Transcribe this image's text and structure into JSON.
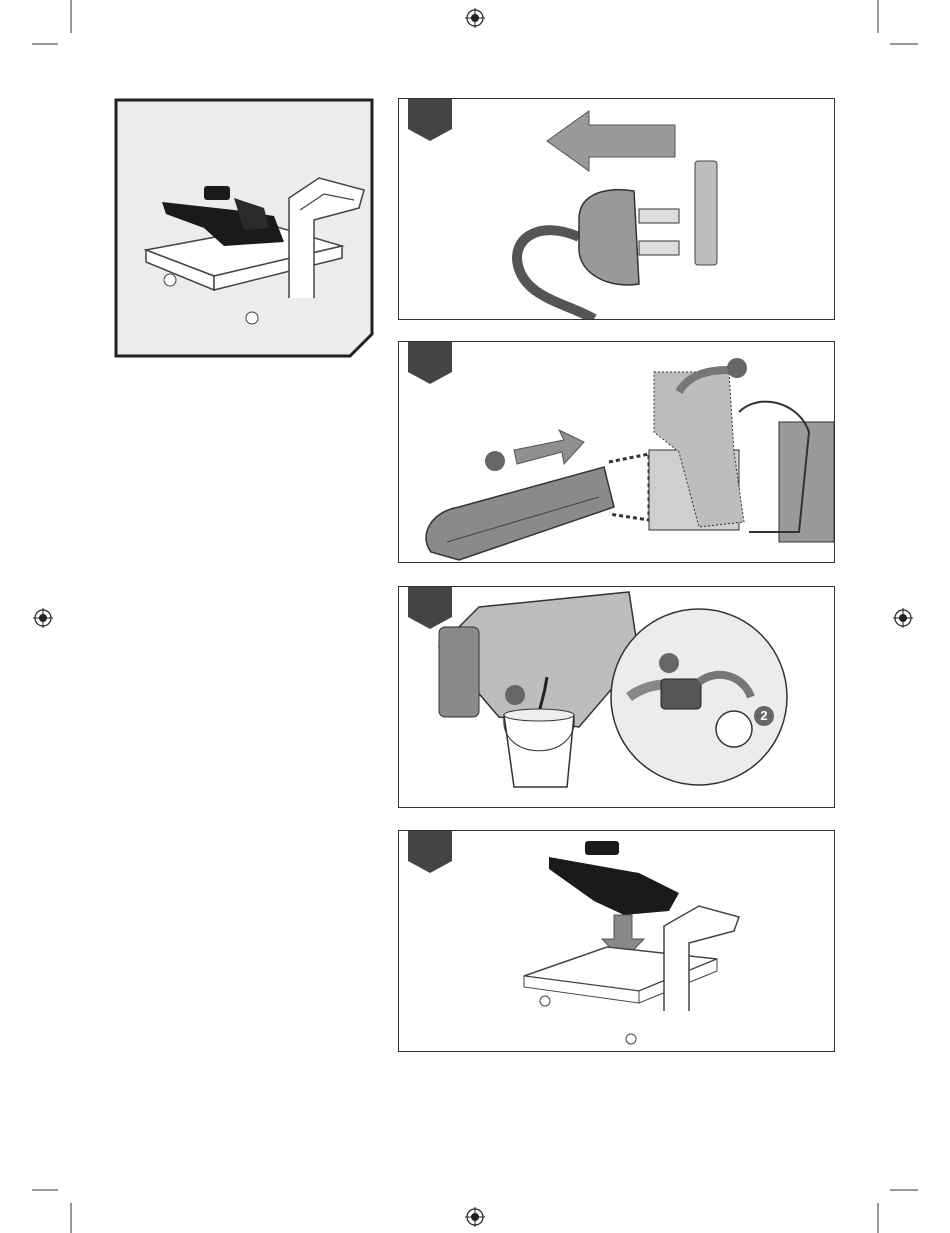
{
  "page": {
    "title": "",
    "panels": [
      {
        "id": 1,
        "step_label": ""
      },
      {
        "id": 2,
        "step_label": ""
      },
      {
        "id": 3,
        "step_label": ""
      },
      {
        "id": 4,
        "step_label": ""
      }
    ],
    "badges": {
      "panel2_badge_a": "",
      "panel2_badge_b": "",
      "panel3_badge_a": "",
      "panel3_badge_b": "",
      "panel3_badge_c": "2"
    },
    "colors": {
      "frame": "#222222",
      "panel_tab": "#444444",
      "badge": "#666666",
      "arrow": "#888888"
    },
    "icons": [
      "registration-mark-icon",
      "unplug-icon",
      "chain-bar-icon",
      "oil-drain-icon",
      "trolley-icon"
    ]
  }
}
